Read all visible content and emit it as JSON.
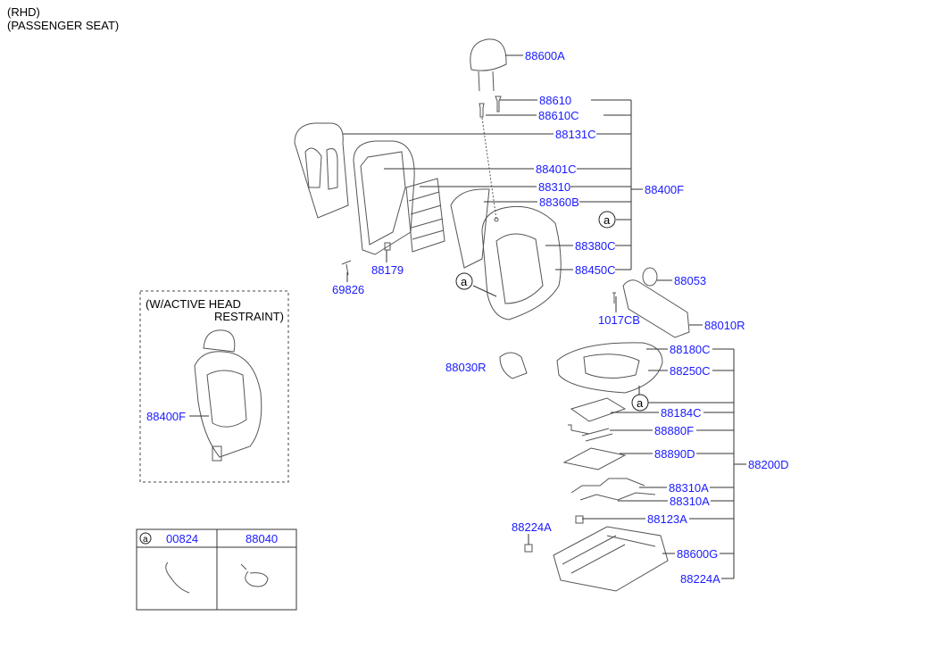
{
  "header": {
    "line1": "(RHD)",
    "line2": "(PASSENGER SEAT)"
  },
  "inset": {
    "title_line1": "(W/ACTIVE HEAD",
    "title_line2": "RESTRAINT)",
    "part": "88400F"
  },
  "marker": "a",
  "parts": {
    "p88600A": "88600A",
    "p88610": "88610",
    "p88610C": "88610C",
    "p88131C": "88131C",
    "p88401C": "88401C",
    "p88310": "88310",
    "p88360B": "88360B",
    "p88400F": "88400F",
    "p88380C": "88380C",
    "p88450C": "88450C",
    "p88053": "88053",
    "p69826": "69826",
    "p88179": "88179",
    "p1017CB": "1017CB",
    "p88010R": "88010R",
    "p88030R": "88030R",
    "p88180C": "88180C",
    "p88250C": "88250C",
    "p88184C": "88184C",
    "p88880F": "88880F",
    "p88890D": "88890D",
    "p88200D": "88200D",
    "p88310A_1": "88310A",
    "p88310A_2": "88310A",
    "p88123A": "88123A",
    "p88224A_left": "88224A",
    "p88600G": "88600G",
    "p88224A_right": "88224A"
  },
  "legend_table": {
    "marker": "a",
    "col1": "00824",
    "col2": "88040"
  }
}
